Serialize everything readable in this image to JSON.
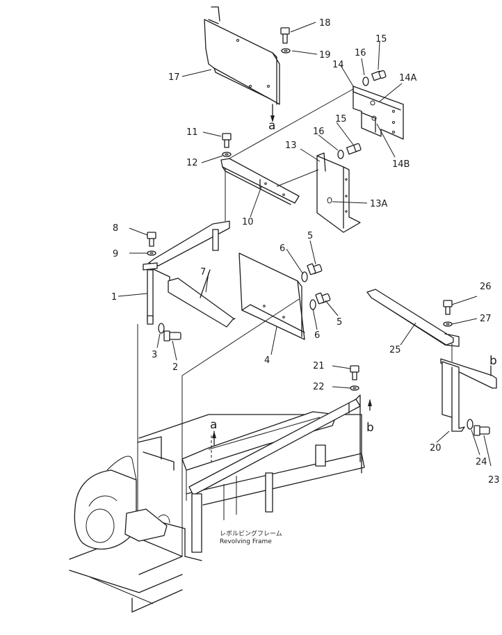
{
  "labels": {
    "n1": "1",
    "n2": "2",
    "n3": "3",
    "n4": "4",
    "n5a": "5",
    "n5b": "5",
    "n6a": "6",
    "n6b": "6",
    "n7": "7",
    "n8": "8",
    "n9": "9",
    "n10": "10",
    "n11": "11",
    "n12": "12",
    "n13": "13",
    "n13a": "13A",
    "n14": "14",
    "n14a": "14A",
    "n14b": "14B",
    "n15a": "15",
    "n15b": "15",
    "n16a": "16",
    "n16b": "16",
    "n17": "17",
    "n18": "18",
    "n19": "19",
    "n20": "20",
    "n21": "21",
    "n22": "22",
    "n23": "23",
    "n24": "24",
    "n25": "25",
    "n26": "26",
    "n27": "27",
    "a_top": "a",
    "a_frame": "a",
    "b_right": "b",
    "b_frame": "b"
  },
  "caption": {
    "japanese": "レボルビングフレーム",
    "english": "Revolving  Frame"
  }
}
